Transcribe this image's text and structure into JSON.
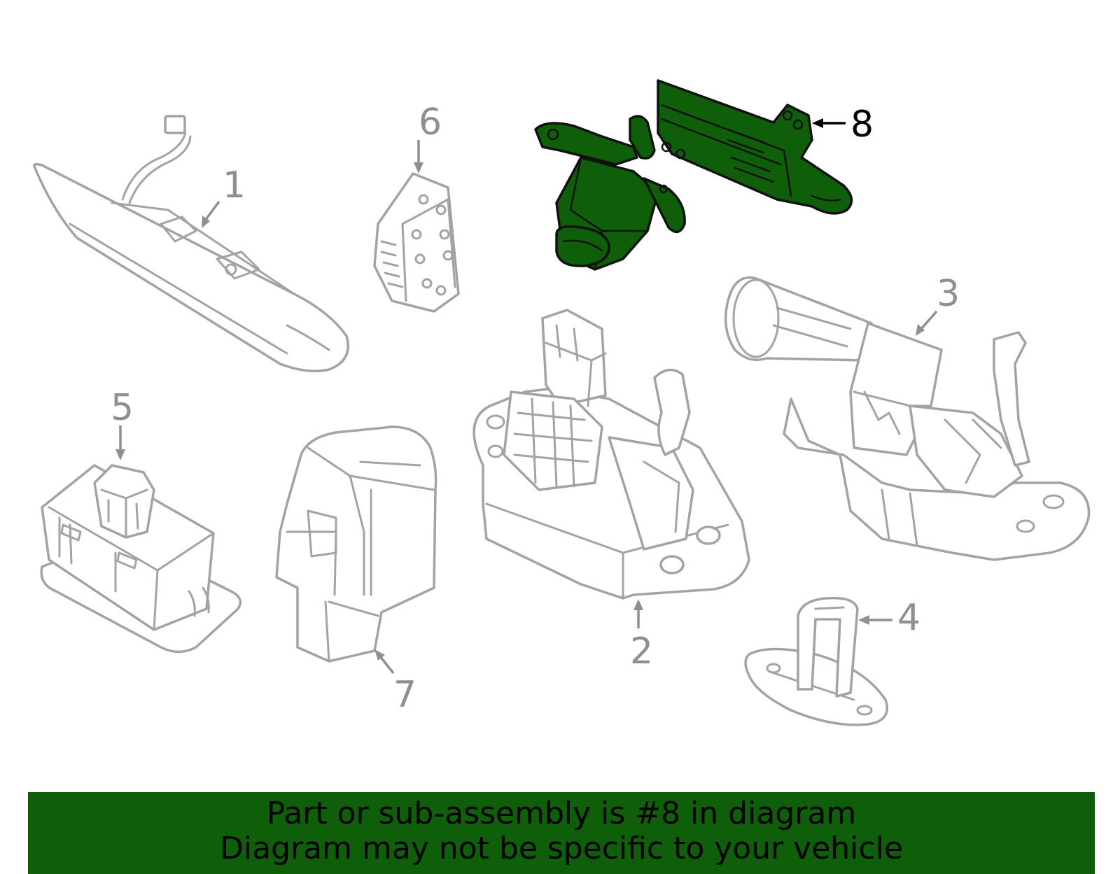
{
  "callouts": {
    "c1": "1",
    "c2": "2",
    "c3": "3",
    "c4": "4",
    "c5": "5",
    "c6": "6",
    "c7": "7",
    "c8": "8"
  },
  "highlighted_part": "8",
  "colors": {
    "highlight_fill": "#0f5e0a",
    "part_outline": "#a3a3a3",
    "banner_background": "#0f5e0a"
  },
  "banner": {
    "line1": "Part or sub-assembly is #8 in diagram",
    "line2": "Diagram may not be specific to your vehicle"
  }
}
